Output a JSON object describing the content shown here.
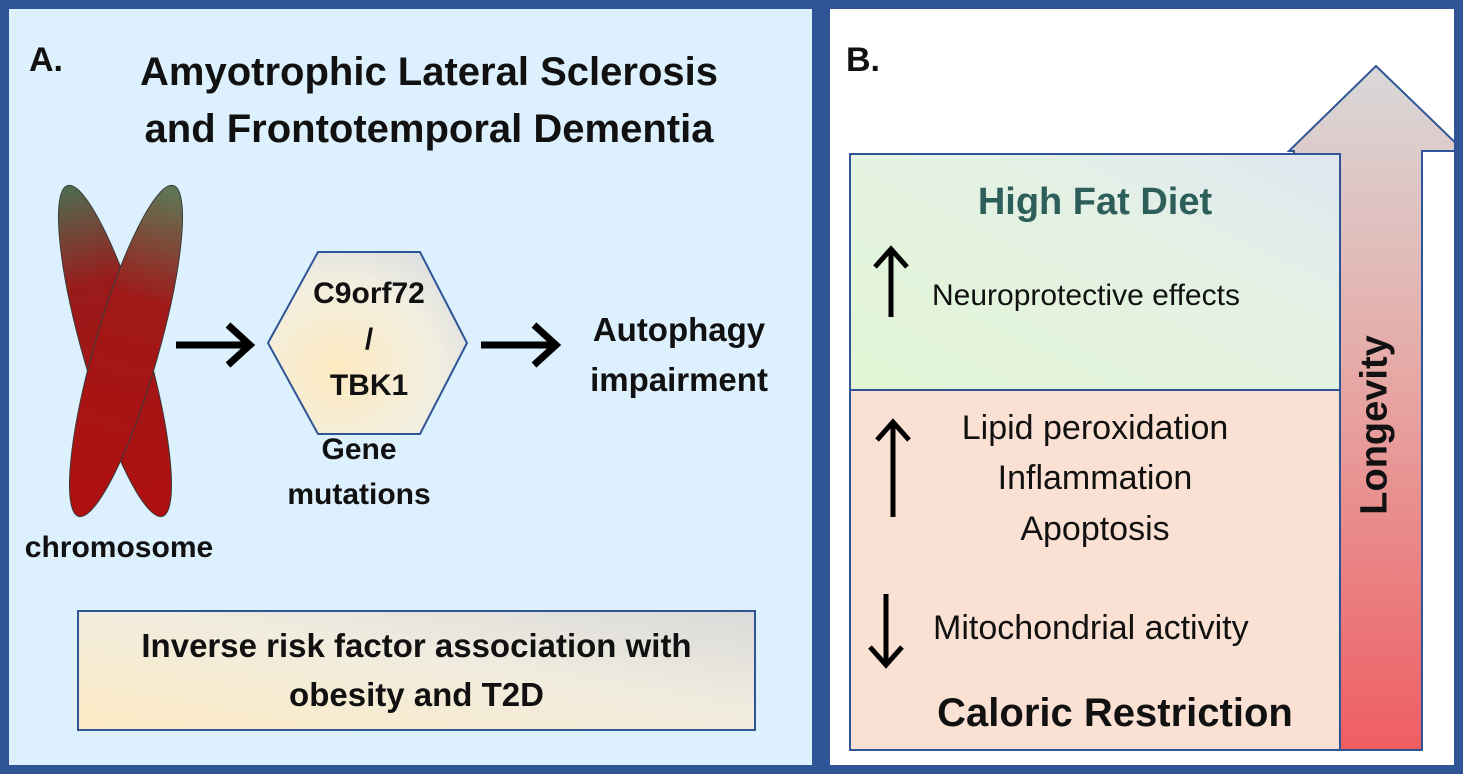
{
  "panel_a": {
    "label": "A.",
    "title_line1": "Amyotrophic Lateral Sclerosis",
    "title_line2": "and Frontotemporal Dementia",
    "chromosome_label": "chromosome",
    "gene_line1": "C9orf72",
    "gene_line2": "/",
    "gene_line3": "TBK1",
    "gene_caption_line1": "Gene",
    "gene_caption_line2": "mutations",
    "outcome_line1": "Autophagy",
    "outcome_line2": "impairment",
    "risk_box_line1": "Inverse risk factor association with",
    "risk_box_line2": "obesity and T2D"
  },
  "panel_b": {
    "label": "B.",
    "high_fat_title": "High Fat Diet",
    "neuroprotective": "Neuroprotective effects",
    "lipid": "Lipid peroxidation",
    "inflammation": "Inflammation",
    "apoptosis": "Apoptosis",
    "mitochondrial": "Mitochondrial activity",
    "caloric_title": "Caloric Restriction",
    "longevity": "Longevity"
  },
  "colors": {
    "border": "#2f5597",
    "panel_a_background": "#ddf0fd",
    "chromosome_red": "#b01010",
    "chromosome_green": "#5b7b58",
    "high_fat_green": "#e3f5d8",
    "caloric_peach": "#fbe1d4",
    "high_fat_title_color": "#2e5e5a",
    "longevity_arrow_red": "#ee5d62",
    "longevity_arrow_grey": "#d9d9d9"
  }
}
